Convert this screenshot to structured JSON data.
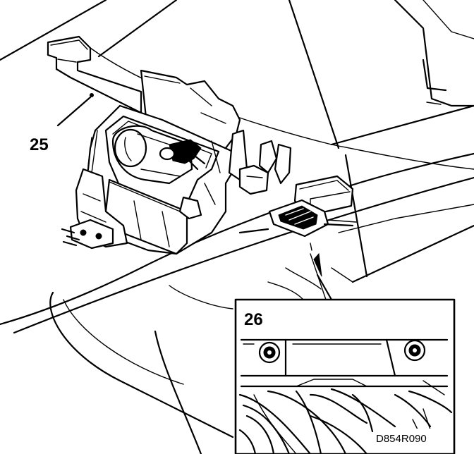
{
  "figure": {
    "callouts": {
      "main_part": "25",
      "detail_part": "26"
    },
    "drawing_code": "D854R090"
  }
}
